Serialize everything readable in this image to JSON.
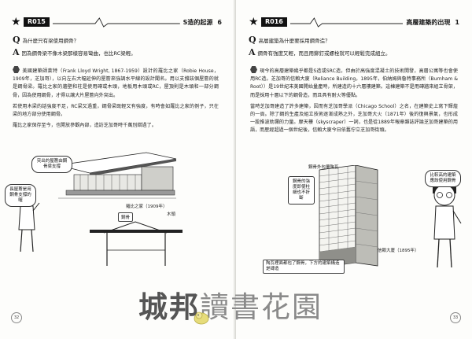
{
  "left_page": {
    "header": {
      "code": "R015",
      "title": "S造的起源",
      "number": "6"
    },
    "question": "為什麼只有梁使用鋼骨？",
    "answer": "因為鋼骨梁不像木梁那樣容易彎曲，也比RC梁輕。",
    "paragraphs": [
      "美國建築師萊特（Frank Lloyd Wright, 1867-1959）設計的羅比之家（Robie House，1909年，芝加哥），以向左右大幅延伸的屋簷來強調水平線的設計聞名。用以支撐該個屋簷的就是鋼骨梁。羅比之家的牆壁和柱是使用磚或木頭，地板用木頭或RC，屋頂則是木頭和一部分鋼骨，因為使用鋼骨，才得以讓大片屋簷向外突出。",
      "若使用木梁的話強度不足，RC梁又過重，鋼骨梁既輕又有強度，有時會如羅比之家的例子，只在梁的地方部分使用鋼骨。",
      "羅比之家保存至今，也開放參觀內部，造訪芝加哥時千萬別錯過了。"
    ],
    "bubbles": {
      "top": "突出的屋簷由鋼骨梁支撐",
      "left": "長屋簷是用鋼骨支撐的喔"
    },
    "captions": {
      "house": "羅比之家（1909年）",
      "steel": "鋼骨",
      "wood": "木頭"
    },
    "page_number": "32"
  },
  "right_page": {
    "header": {
      "code": "R016",
      "title": "高層建築的出現",
      "number": "1"
    },
    "question": "高層建築為什麼要採用鋼骨造？",
    "answer": "鋼骨有強度又輕，而且用鉚釘或螺栓就可以輕鬆完成組立。",
    "paragraphs": [
      "現今的高層建築幾乎都是S造或SRC造，但由於高強度混凝土的技術開發，高層公寓等也會使用RC造。芝加哥的信賴大廈（Reliance Building，1895年，伯納姆與魯特事務所（Burnham & Root））是19世紀末美國開始量產時，所建造的十六層樓建築。這棟建築不是用磚牆來組立骨架，而是採用十層以下的鋼骨造，而且具有耐火等優點。",
      "當時芝加哥建造了許多建築，因而有芝加哥學派（Chicago School）之名，在建築史上寫下輝煌的一頁。除了鋼的生產及組立技術逐漸成熟之外，芝加哥大火（1871年）後的復興景氣，也形成一股推波助瀾的力量。摩天樓（skyscraper）一詞，也是從1889年報章雜誌評論芝加哥建築的用語，而歷經超過一個世紀後，信賴大廈今日依舊佇立芝加哥街頭。"
    ],
    "bubbles": {
      "top": "鋼骨外包覆陶瓦",
      "tag": "鋼骨的強度即使柱細也不折斷",
      "right": "比較高的建築應該使用鋼骨"
    },
    "captions": {
      "building": "信賴大廈（1895年）",
      "bottom": "陶瓦裡面都包了鋼骨，下方的建築構造是磚造"
    },
    "page_number": "33"
  },
  "watermark": {
    "accent": "城邦",
    "rest": "讀書花園"
  }
}
